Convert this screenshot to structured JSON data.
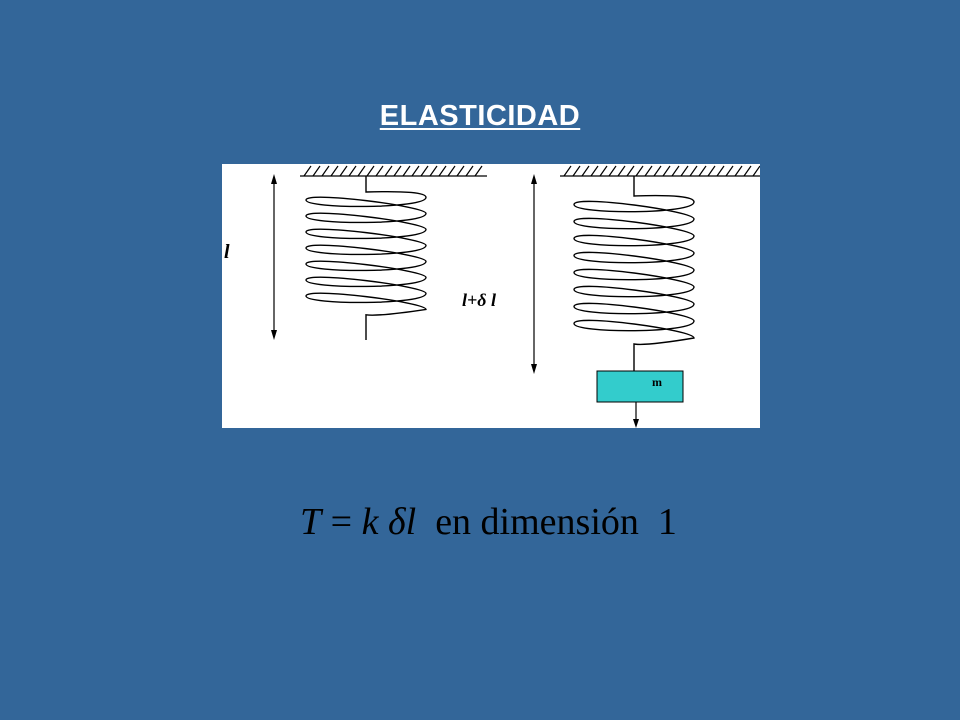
{
  "slide": {
    "title": "ELASTICIDAD"
  },
  "diagram": {
    "left_length_label": "l",
    "right_length_label": "l+δ l",
    "mass_label": "m",
    "colors": {
      "mass_fill": "#33cccc",
      "mass_stroke": "#000000",
      "line": "#000000"
    }
  },
  "formula": {
    "lhs": "T",
    "equals": "=",
    "k": "k",
    "delta_l": "δl",
    "text": "en dimensión",
    "dimension": "1"
  }
}
